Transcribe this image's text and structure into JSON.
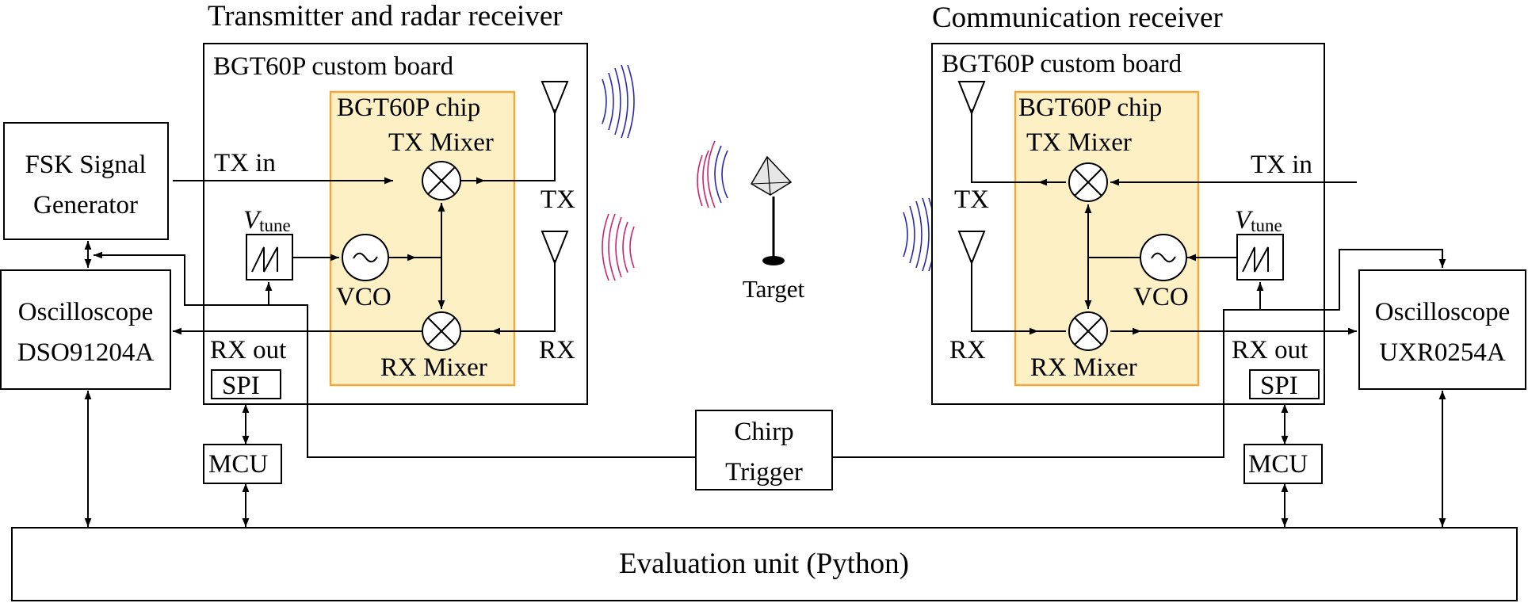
{
  "left": {
    "title": "Transmitter and radar receiver",
    "board": "BGT60P custom board",
    "chip": "BGT60P chip",
    "tx_mixer": "TX Mixer",
    "rx_mixer": "RX Mixer",
    "vco": "VCO",
    "vtune_v": "V",
    "vtune_sub": "tune",
    "tx_in": "TX in",
    "rx_out": "RX out",
    "spi": "SPI",
    "mcu": "MCU",
    "tx": "TX",
    "rx": "RX"
  },
  "right": {
    "title": "Communication receiver",
    "board": "BGT60P custom board",
    "chip": "BGT60P chip",
    "tx_mixer": "TX Mixer",
    "rx_mixer": "RX Mixer",
    "vco": "VCO",
    "vtune_v": "V",
    "vtune_sub": "tune",
    "tx_in": "TX in",
    "rx_out": "RX out",
    "spi": "SPI",
    "mcu": "MCU",
    "tx": "TX",
    "rx": "RX"
  },
  "fsk": {
    "line1": "FSK Signal",
    "line2": "Generator"
  },
  "osc_left": {
    "line1": "Oscilloscope",
    "line2": "DSO91204A"
  },
  "osc_right": {
    "line1": "Oscilloscope",
    "line2": "UXR0254A"
  },
  "target": "Target",
  "chirp": {
    "line1": "Chirp",
    "line2": "Trigger"
  },
  "eval": "Evaluation unit (Python)",
  "colors": {
    "wave_blue": "#2a2aa8",
    "wave_pink": "#c8246e",
    "chip_fill": "#fdf0c4",
    "chip_border": "#f2a93b"
  }
}
